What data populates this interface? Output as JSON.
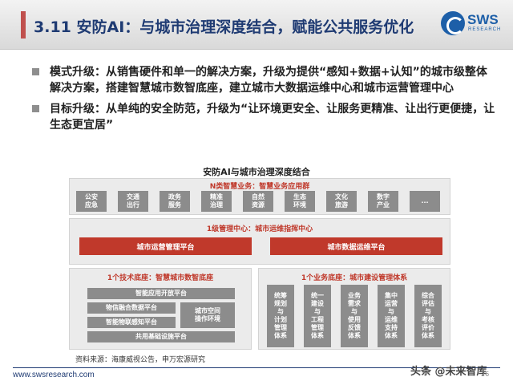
{
  "header": {
    "title": "3.11 安防AI：与城市治理深度结合，赋能公共服务优化",
    "logo_text": "SWS",
    "logo_sub": "RESEARCH"
  },
  "bullets": [
    "模式升级：从销售硬件和单一的解决方案，升级为提供“感知+数据+认知”的城市级整体解决方案，搭建智慧城市数智底座，建立城市大数据运维中心和城市运营管理中心",
    "目标升级：从单纯的安全防范，升级为“让环境更安全、让服务更精准、让出行更便捷，让生态更宜居”"
  ],
  "diagram": {
    "title": "安防AI与城市治理深度结合",
    "top_panel": {
      "heading": "N类智慧业务：智慧业务应用群",
      "items": [
        [
          "公安",
          "应急"
        ],
        [
          "交通",
          "出行"
        ],
        [
          "政务",
          "服务"
        ],
        [
          "精准",
          "治理"
        ],
        [
          "自然",
          "资源"
        ],
        [
          "生态",
          "环境"
        ],
        [
          "文化",
          "旅游"
        ],
        [
          "数字",
          "产业"
        ],
        [
          "...",
          ""
        ]
      ]
    },
    "middle_panel": {
      "heading": "1级管理中心：城市运维指挥中心",
      "items": [
        "城市运营管理平台",
        "城市数据运维平台"
      ]
    },
    "left_panel": {
      "heading": "1个技术底座：智慧城市数智底座",
      "open_platform": "智能应用开放平台",
      "data_platform": "物信融合数据平台",
      "iot_platform": "智能物联感知平台",
      "space_env": [
        "城市空间",
        "操作环境"
      ],
      "infra_platform": "共用基础设施平台"
    },
    "right_panel": {
      "heading": "1个业务底座：城市建设管理体系",
      "columns": [
        [
          "统筹",
          "规划",
          "与",
          "计划",
          "管理",
          "体系"
        ],
        [
          "统一",
          "建设",
          "与",
          "工程",
          "管理",
          "体系"
        ],
        [
          "业务",
          "需求",
          "与",
          "使用",
          "反馈",
          "体系"
        ],
        [
          "集中",
          "运营",
          "与",
          "运维",
          "支持",
          "体系"
        ],
        [
          "综合",
          "评估",
          "与",
          "考核",
          "评价",
          "体系"
        ]
      ]
    }
  },
  "source": "资料来源：海康威视公告，申万宏源研究",
  "footer": {
    "url": "www.swsresearch.com",
    "page": "26",
    "watermark": "头条 @未来智库"
  },
  "colors": {
    "title": "#1f3b73",
    "accent_red": "#c0392b",
    "gray_box": "#8c8c8c",
    "panel_bg": "#ebebeb"
  }
}
